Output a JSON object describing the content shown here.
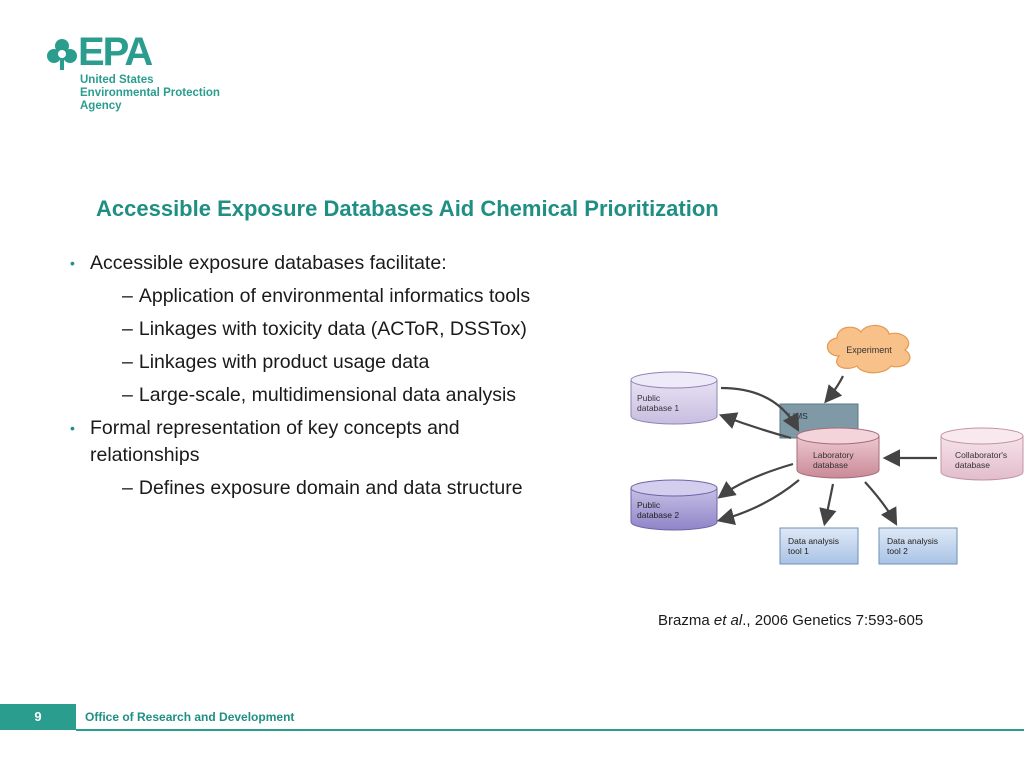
{
  "logo": {
    "word": "EPA",
    "line1": "United States",
    "line2": "Environmental Protection",
    "line3": "Agency"
  },
  "slide": {
    "title": "Accessible Exposure Databases Aid Chemical Prioritization",
    "bullets": [
      {
        "text": "Accessible exposure databases facilitate:",
        "subs": [
          "Application of environmental informatics tools",
          "Linkages with toxicity data (ACToR, DSSTox)",
          "Linkages with product usage data",
          "Large-scale, multidimensional data analysis"
        ]
      },
      {
        "text": "Formal representation of key concepts and relationships",
        "subs": [
          "Defines exposure domain and data structure"
        ]
      }
    ],
    "dash": "–",
    "bullet_char": "•"
  },
  "diagram": {
    "experiment": "Experiment",
    "lims": "LIMS",
    "public_db1": [
      "Public",
      "database 1"
    ],
    "public_db2": [
      "Public",
      "database 2"
    ],
    "lab_db": [
      "Laboratory",
      "database"
    ],
    "collab_db": [
      "Collaborator's",
      "database"
    ],
    "tool1": [
      "Data analysis",
      "tool 1"
    ],
    "tool2": [
      "Data analysis",
      "tool 2"
    ]
  },
  "citation": {
    "author": "Brazma ",
    "etal": "et al",
    "rest": "., 2006 Genetics 7:593-605"
  },
  "footer": {
    "page": "9",
    "office": "Office of Research and Development"
  },
  "colors": {
    "accent": "#2a9d8f",
    "title": "#1f8f84"
  }
}
